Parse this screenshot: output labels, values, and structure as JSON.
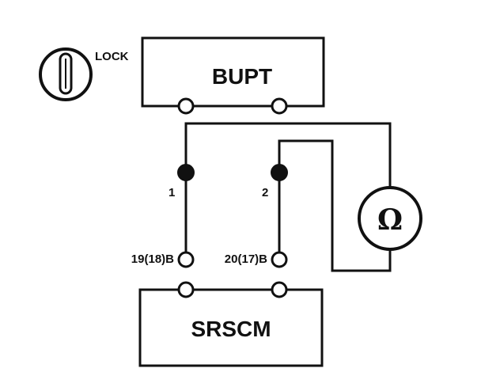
{
  "key_switch": {
    "label": "LOCK"
  },
  "upper_unit": {
    "label": "BUPT"
  },
  "lower_unit": {
    "label": "SRSCM"
  },
  "connector": {
    "pin_1": "1",
    "pin_2": "2",
    "terminal_a": "19(18)B",
    "terminal_b": "20(17)B"
  },
  "meter": {
    "symbol": "Ω"
  }
}
